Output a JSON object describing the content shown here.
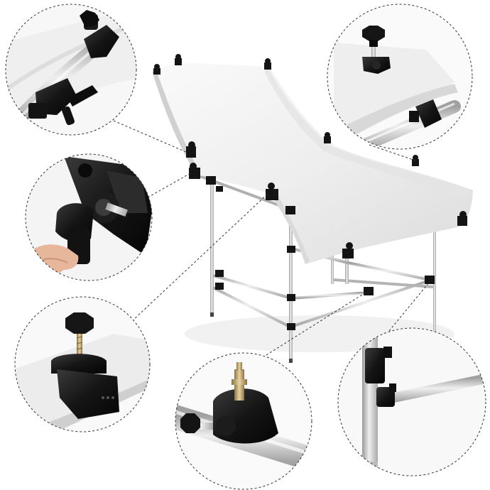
{
  "scene": {
    "subject": "shooting-table",
    "colors": {
      "background": "#ffffff",
      "sheet": "#f4f4f4",
      "sheet_shade": "#dedede",
      "pipe": "#c8c8c8",
      "pipe_dark": "#9a9a9a",
      "clamp": "#1b1b1b",
      "brass": "#c9a86a",
      "skin": "#e6b79a",
      "guide_line": "#333333"
    },
    "detail_views": [
      {
        "name": "detail-clamp-top-left"
      },
      {
        "name": "detail-clamp-top-right"
      },
      {
        "name": "detail-knob-in-hand"
      },
      {
        "name": "detail-clamp-under-sheet"
      },
      {
        "name": "detail-stud-clamp-on-tube"
      },
      {
        "name": "detail-cross-bar-joint"
      }
    ]
  }
}
